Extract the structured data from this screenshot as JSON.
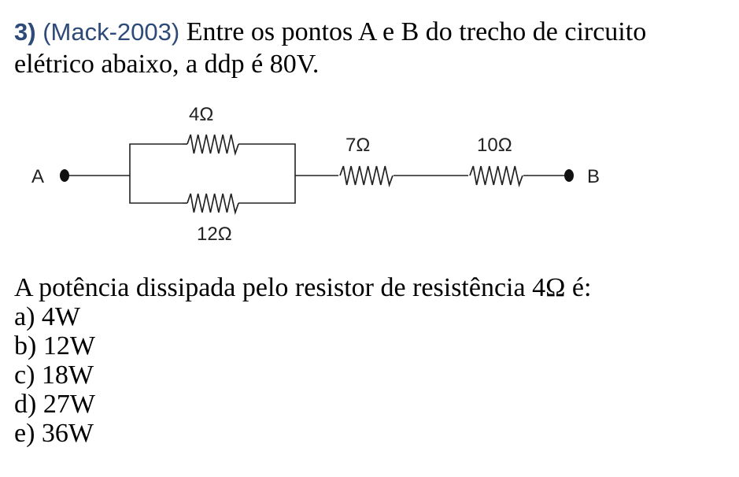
{
  "question": {
    "number": "3)",
    "source": "(Mack-2003)",
    "statement_line1": "Entre os pontos A e B do trecho de circuito",
    "statement_line2": "elétrico abaixo, a ddp é 80V.",
    "prompt": "A potência dissipada pelo resistor de resistência 4Ω é:"
  },
  "circuit": {
    "node_a": "A",
    "node_b": "B",
    "r_top": "4Ω",
    "r_bottom": "12Ω",
    "r_series1": "7Ω",
    "r_series2": "10Ω"
  },
  "options": [
    "a) 4W",
    "b) 12W",
    "c) 18W",
    "d) 27W",
    "e) 36W"
  ]
}
